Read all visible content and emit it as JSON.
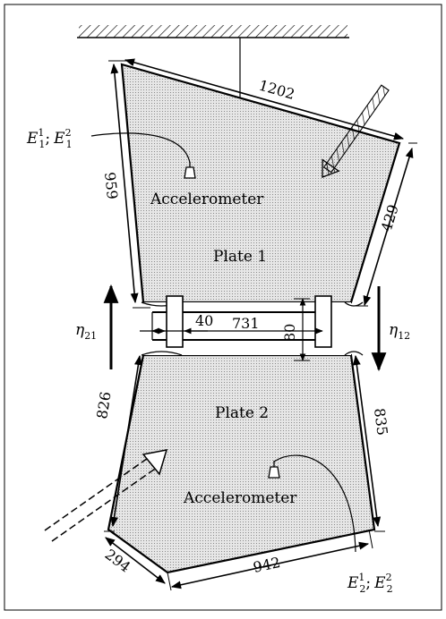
{
  "plates": {
    "plate1": "Plate 1",
    "plate2": "Plate 2"
  },
  "accelerometers": {
    "top": "Accelerometer",
    "bottom": "Accelerometer"
  },
  "energies": {
    "top": {
      "e1": "E",
      "e1_sub": "1",
      "e1_sup": "1",
      "sep": ";",
      "e2": "E",
      "e2_sub": "1",
      "e2_sup": "2"
    },
    "bottom": {
      "e1": "E",
      "e1_sub": "2",
      "e1_sup": "1",
      "sep": ";",
      "e2": "E",
      "e2_sub": "2",
      "e2_sup": "2"
    }
  },
  "coupling": {
    "eta21": {
      "base": "η",
      "sub": "21"
    },
    "eta12": {
      "base": "η",
      "sub": "12"
    }
  },
  "dimensions": {
    "plate1_top": "1202",
    "plate1_left": "959",
    "plate1_right": "429",
    "joint_length": "731",
    "joint_height": "80",
    "joint_gap": "40",
    "plate2_left": "826",
    "plate2_right": "835",
    "plate2_bottom": "942",
    "plate2_corner": "294"
  },
  "colors": {
    "stroke": "#000000",
    "plate_fill": "#dcdcdc",
    "background": "#ffffff"
  }
}
